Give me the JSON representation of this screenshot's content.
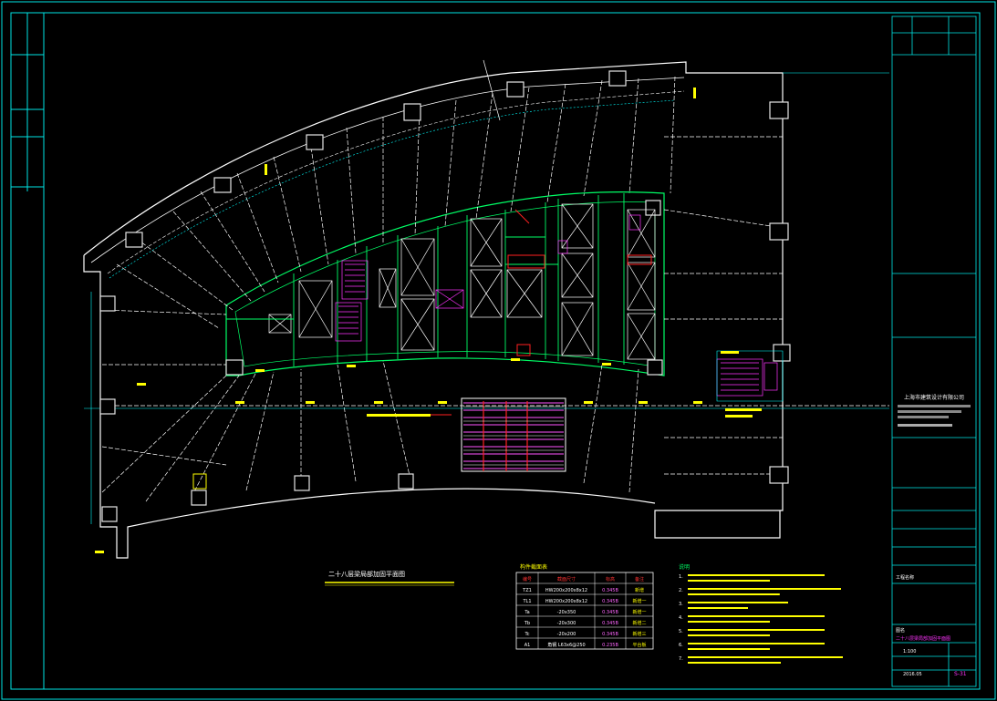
{
  "drawing": {
    "title": "二十八层梁局部加固平面图",
    "legend_title": "构件截面表",
    "legend_headers": [
      "编号",
      "截面尺寸",
      "标高",
      "备注"
    ],
    "legend_rows": [
      [
        "TZ1",
        "HW200x200x8x12",
        "0.345B",
        "新增"
      ],
      [
        "TL1",
        "HW200x200x8x12",
        "0.345B",
        "新增一"
      ],
      [
        "Ta",
        "-20x350",
        "0.345B",
        "新增一"
      ],
      [
        "Tb",
        "-20x300",
        "0.345B",
        "新增二"
      ],
      [
        "Tc",
        "-20x200",
        "0.345B",
        "新增三"
      ],
      [
        "A1",
        "角钢 L63x6@250",
        "0.235B",
        "平台板"
      ]
    ],
    "notes_title": "说明",
    "notes_numbers": [
      "1.",
      "2.",
      "3.",
      "4.",
      "5.",
      "6.",
      "7."
    ]
  },
  "titleblock": {
    "company": "上海市建筑设计有限公司",
    "project_label": "工程名称",
    "drawing_label": "图名",
    "drawing_name": "二十八层梁局部加固平面图",
    "scale": "1:100",
    "date": "2016.05",
    "sheet_no": "S-31"
  },
  "colors": {
    "frame": "#00e5e5",
    "beam": "#ffffff",
    "girder": "#00ff66",
    "column": "#e6e6e6",
    "dim": "#00ffff",
    "annotation": "#ffff00",
    "magenta": "#ff33ff",
    "red": "#ff2020"
  }
}
